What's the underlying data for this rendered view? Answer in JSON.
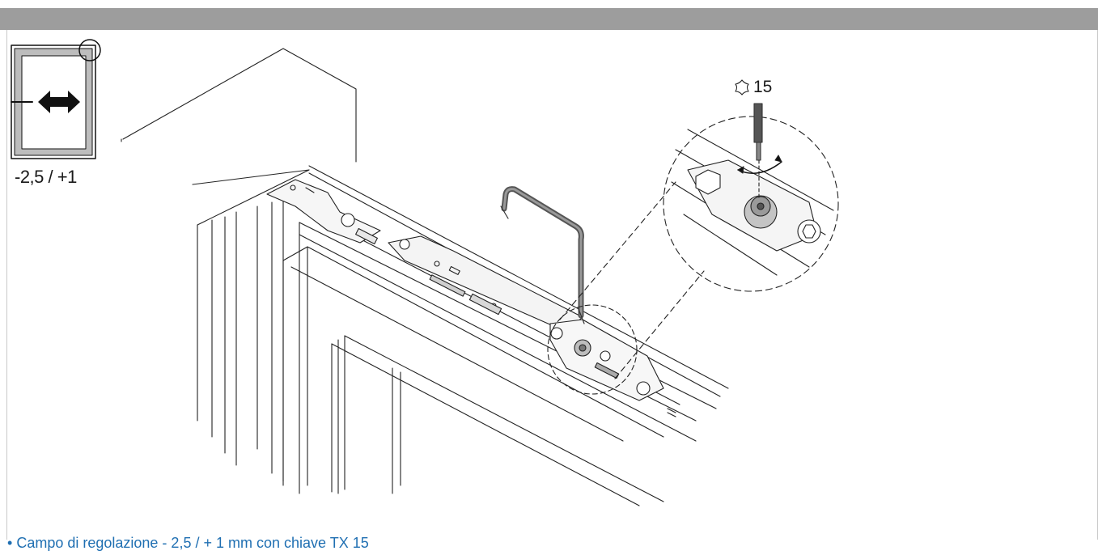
{
  "header": {
    "bar_color": "#9d9d9d"
  },
  "icon": {
    "name": "sash-horizontal-adjust-icon"
  },
  "range_label": "-2,5 / +1",
  "tool": {
    "icon": "torx-icon",
    "size": "15"
  },
  "caption": {
    "bullet": "•",
    "text": "Campo di regolazione - 2,5 / + 1 mm con chiave TX 15",
    "color": "#1f6fb2"
  }
}
